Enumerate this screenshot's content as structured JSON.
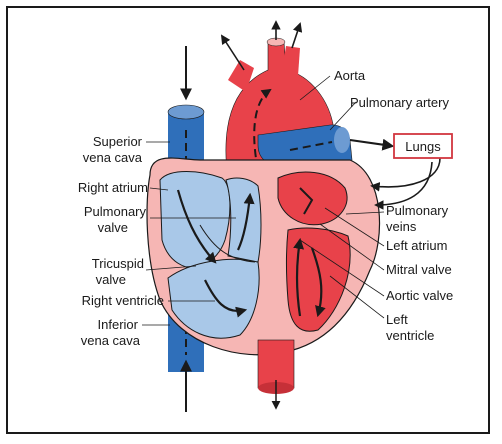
{
  "diagram": {
    "labels": {
      "aorta": "Aorta",
      "pulmonary_artery": "Pulmonary artery",
      "lungs": "Lungs",
      "superior_vena_cava_1": "Superior",
      "superior_vena_cava_2": "vena cava",
      "right_atrium": "Right atrium",
      "pulmonary_valve_1": "Pulmonary",
      "pulmonary_valve_2": "valve",
      "tricuspid_valve_1": "Tricuspid",
      "tricuspid_valve_2": "valve",
      "right_ventricle": "Right ventricle",
      "inferior_vena_cava_1": "Inferior",
      "inferior_vena_cava_2": "vena cava",
      "pulmonary_veins_1": "Pulmonary",
      "pulmonary_veins_2": "veins",
      "left_atrium": "Left atrium",
      "mitral_valve": "Mitral valve",
      "aortic_valve": "Aortic valve",
      "left_ventricle_1": "Left",
      "left_ventricle_2": "ventricle"
    },
    "colors": {
      "oxygenated": "#e8424a",
      "oxygenated_light": "#f6b6b4",
      "deoxygenated": "#2f6fba",
      "deoxygenated_light": "#a9c8e8",
      "outline": "#1a1a1a",
      "lungs_box": "#d2363f"
    }
  }
}
